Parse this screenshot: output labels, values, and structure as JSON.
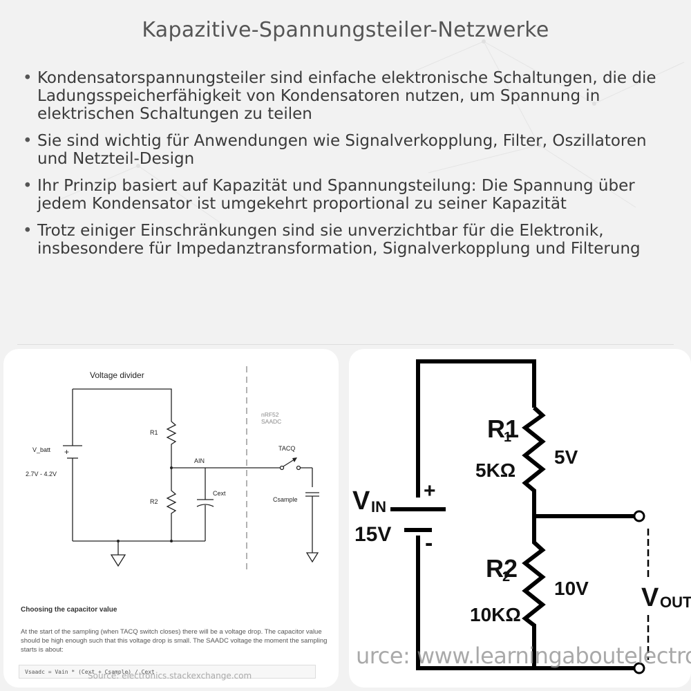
{
  "title": "Kapazitive-Spannungsteiler-Netzwerke",
  "bullets": [
    "Kondensatorspannungsteiler sind einfache elektronische Schaltungen, die die Ladungsspeicherfähigkeit von Kondensatoren nutzen, um Spannung in elektrischen Schaltungen zu teilen",
    "Sie sind wichtig für Anwendungen wie Signalverkopplung, Filter, Oszillatoren und Netzteil-Design",
    "Ihr Prinzip basiert auf Kapazität und Spannungsteilung: Die Spannung über jedem Kondensator ist umgekehrt proportional zu seiner Kapazität",
    "Trotz einiger Einschränkungen sind sie unverzichtbar für die Elektronik, insbesondere für Impedanztransformation, Signalverkopplung und Filterung"
  ],
  "left_image": {
    "diagram_title": "Voltage divider",
    "labels": {
      "vbatt": "V_batt",
      "range": "2.7V - 4.2V",
      "r1": "R1",
      "r2": "R2",
      "ain": "AIN",
      "cext": "Cext",
      "nrf52": "nRF52",
      "saadc": "SAADC",
      "tacq": "TACQ",
      "csample": "Csample",
      "plus": "+"
    },
    "heading": "Choosing the capacitor value",
    "paragraph": "At the start of the sampling (when TACQ switch closes) there will be a voltage drop. The capacitor value should be high enough such that this voltage drop is small. The SAADC voltage the moment the sampling starts is about:",
    "formula": "Vsaadc = Vain * (Cext + Csample) / Cext",
    "source": "Source: electronics.stackexchange.com"
  },
  "right_image": {
    "labels": {
      "r1": "R1",
      "r1_sub": "1",
      "r1_value": "5KΩ",
      "v1": "5V",
      "r2": "R2",
      "r2_sub": "2",
      "r2_value": "10KΩ",
      "v2": "10V",
      "vin": "V",
      "vin_sub": "IN",
      "vin_value": "15V",
      "vout": "V",
      "vout_sub": "OUT",
      "plus": "+",
      "minus": "-"
    },
    "source": "urce: www.learningaboutelectronics.co"
  }
}
